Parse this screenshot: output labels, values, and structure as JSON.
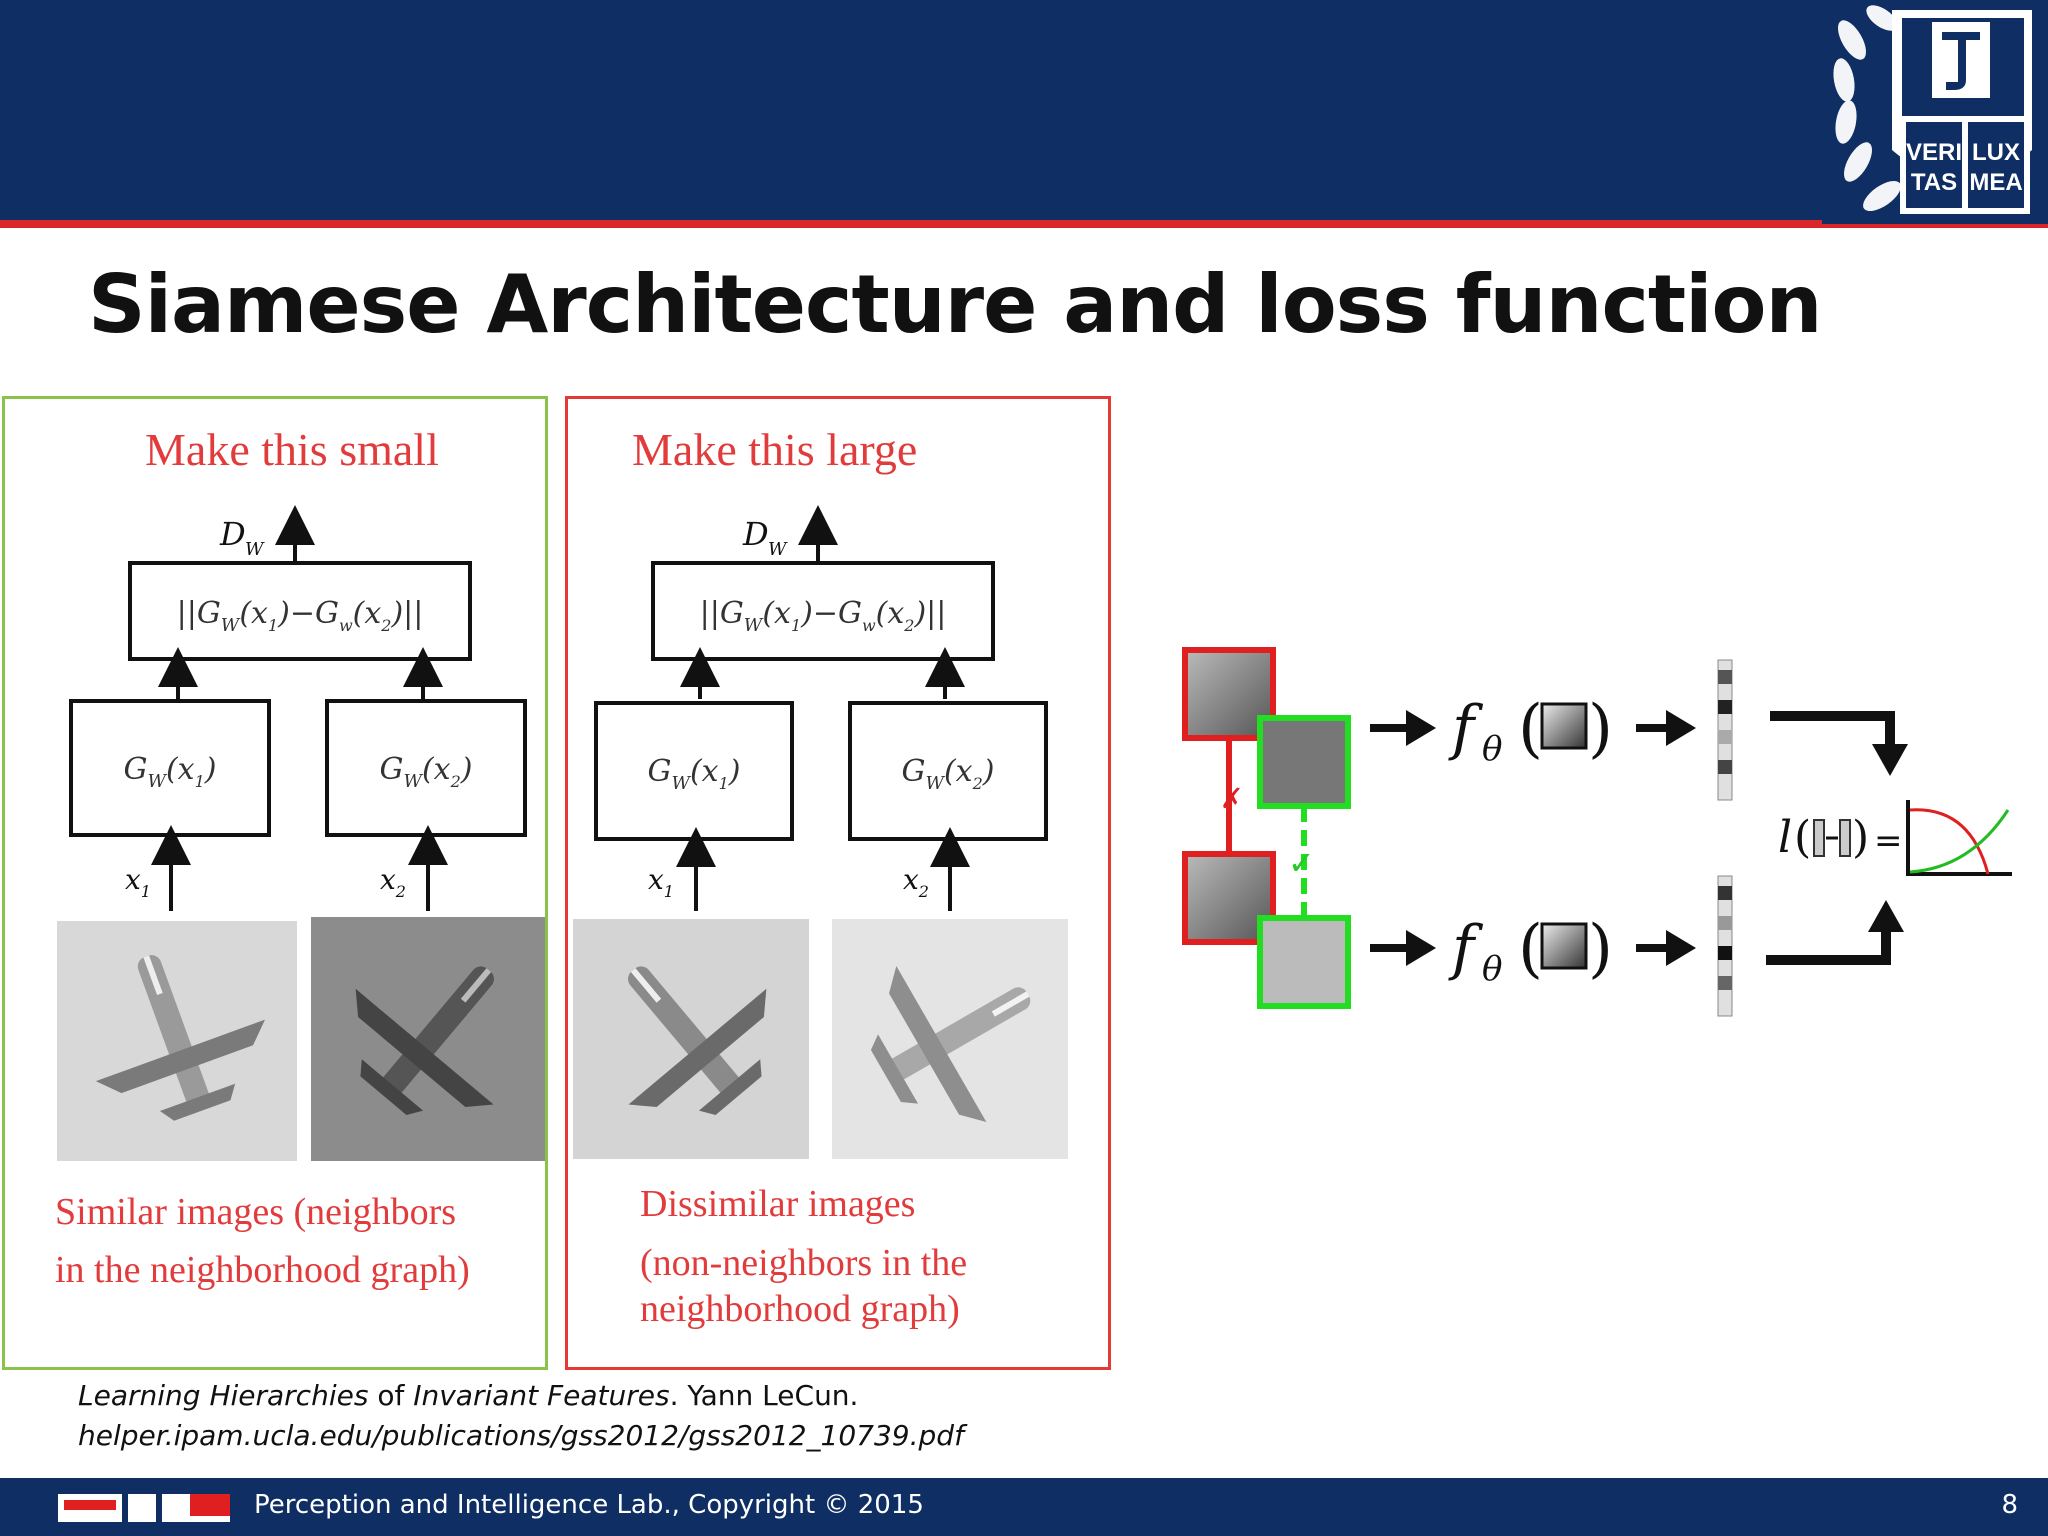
{
  "slide": {
    "title": "Siamese Architecture and loss function",
    "page_number": "8"
  },
  "logo": {
    "motto_line1_left": "VERI",
    "motto_line1_right": "LUX",
    "motto_line2_left": "TAS",
    "motto_line2_right": "MEA"
  },
  "panel_left": {
    "heading": "Make this small",
    "output_label": "D",
    "output_sub": "W",
    "distance_formula": "||G",
    "gw_x1": "G",
    "gw_x2": "G",
    "input1": "x",
    "input2": "x",
    "caption_line1": "Similar images (neighbors",
    "caption_line2": "in the neighborhood graph)"
  },
  "panel_right": {
    "heading": "Make this large",
    "output_label": "D",
    "output_sub": "W",
    "caption_line1": "Dissimilar images",
    "caption_line2": "(non-neighbors in the",
    "caption_line3": "neighborhood graph)"
  },
  "diagram": {
    "function_symbol": "f",
    "function_sub": "θ",
    "loss_symbol": "l",
    "loss_eq": "="
  },
  "citation": {
    "title_italic": "Learning Hierarchies",
    "title_plain": " of ",
    "title_italic2": "Invariant Features",
    "author": ". Yann LeCun.",
    "url": "helper.ipam.ucla.edu/publications/gss2012/gss2012_10739.pdf"
  },
  "footer": {
    "text": "Perception and Intelligence Lab., Copyright  © 2015"
  },
  "colors": {
    "header_navy": "#0f2e63",
    "accent_red": "#d9262b",
    "similar_green": "#8bc34a",
    "dissimilar_red": "#e53935",
    "patch_green": "#22dd22"
  }
}
